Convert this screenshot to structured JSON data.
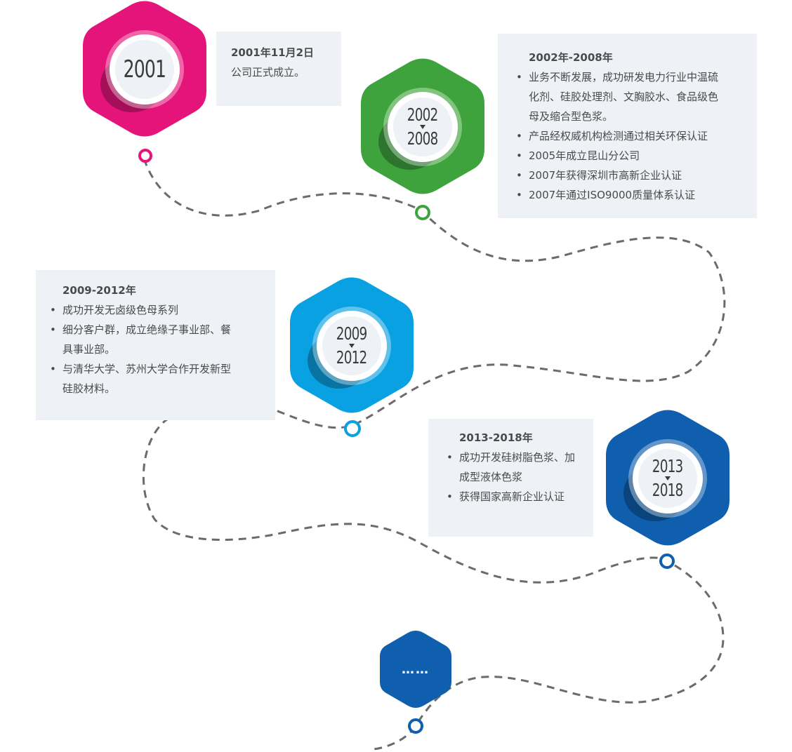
{
  "colors": {
    "magenta": "#e5147a",
    "green": "#3fa33d",
    "cyan": "#0aa1e3",
    "navy": "#0f5fae",
    "path": "#6b6b6b",
    "card_bg": "#eef1f6"
  },
  "milestones": [
    {
      "id": "2001",
      "badge_single": "2001",
      "title": "2001年11月2日",
      "text": "公司正式成立。"
    },
    {
      "id": "2002-2008",
      "badge_top": "2002",
      "badge_bottom": "2008",
      "title": "2002年-2008年",
      "items": [
        "业务不断发展，成功研发电力行业中温硫化剂、硅胶处理剂、文胸胶水、食品级色母及缩合型色浆。",
        "产品经权威机构检测通过相关环保认证",
        "2005年成立昆山分公司",
        "2007年获得深圳市高新企业认证",
        "2007年通过ISO9000质量体系认证"
      ]
    },
    {
      "id": "2009-2012",
      "badge_top": "2009",
      "badge_bottom": "2012",
      "title": "2009-2012年",
      "items": [
        "成功开发无卤级色母系列",
        "细分客户群，成立绝缘子事业部、餐具事业部。",
        "与清华大学、苏州大学合作开发新型硅胶材料。"
      ]
    },
    {
      "id": "2013-2018",
      "badge_top": "2013",
      "badge_bottom": "2018",
      "title": "2013-2018年",
      "items": [
        "成功开发硅树脂色浆、加成型液体色浆",
        "获得国家高新企业认证"
      ]
    }
  ],
  "more": {
    "label": "……"
  }
}
